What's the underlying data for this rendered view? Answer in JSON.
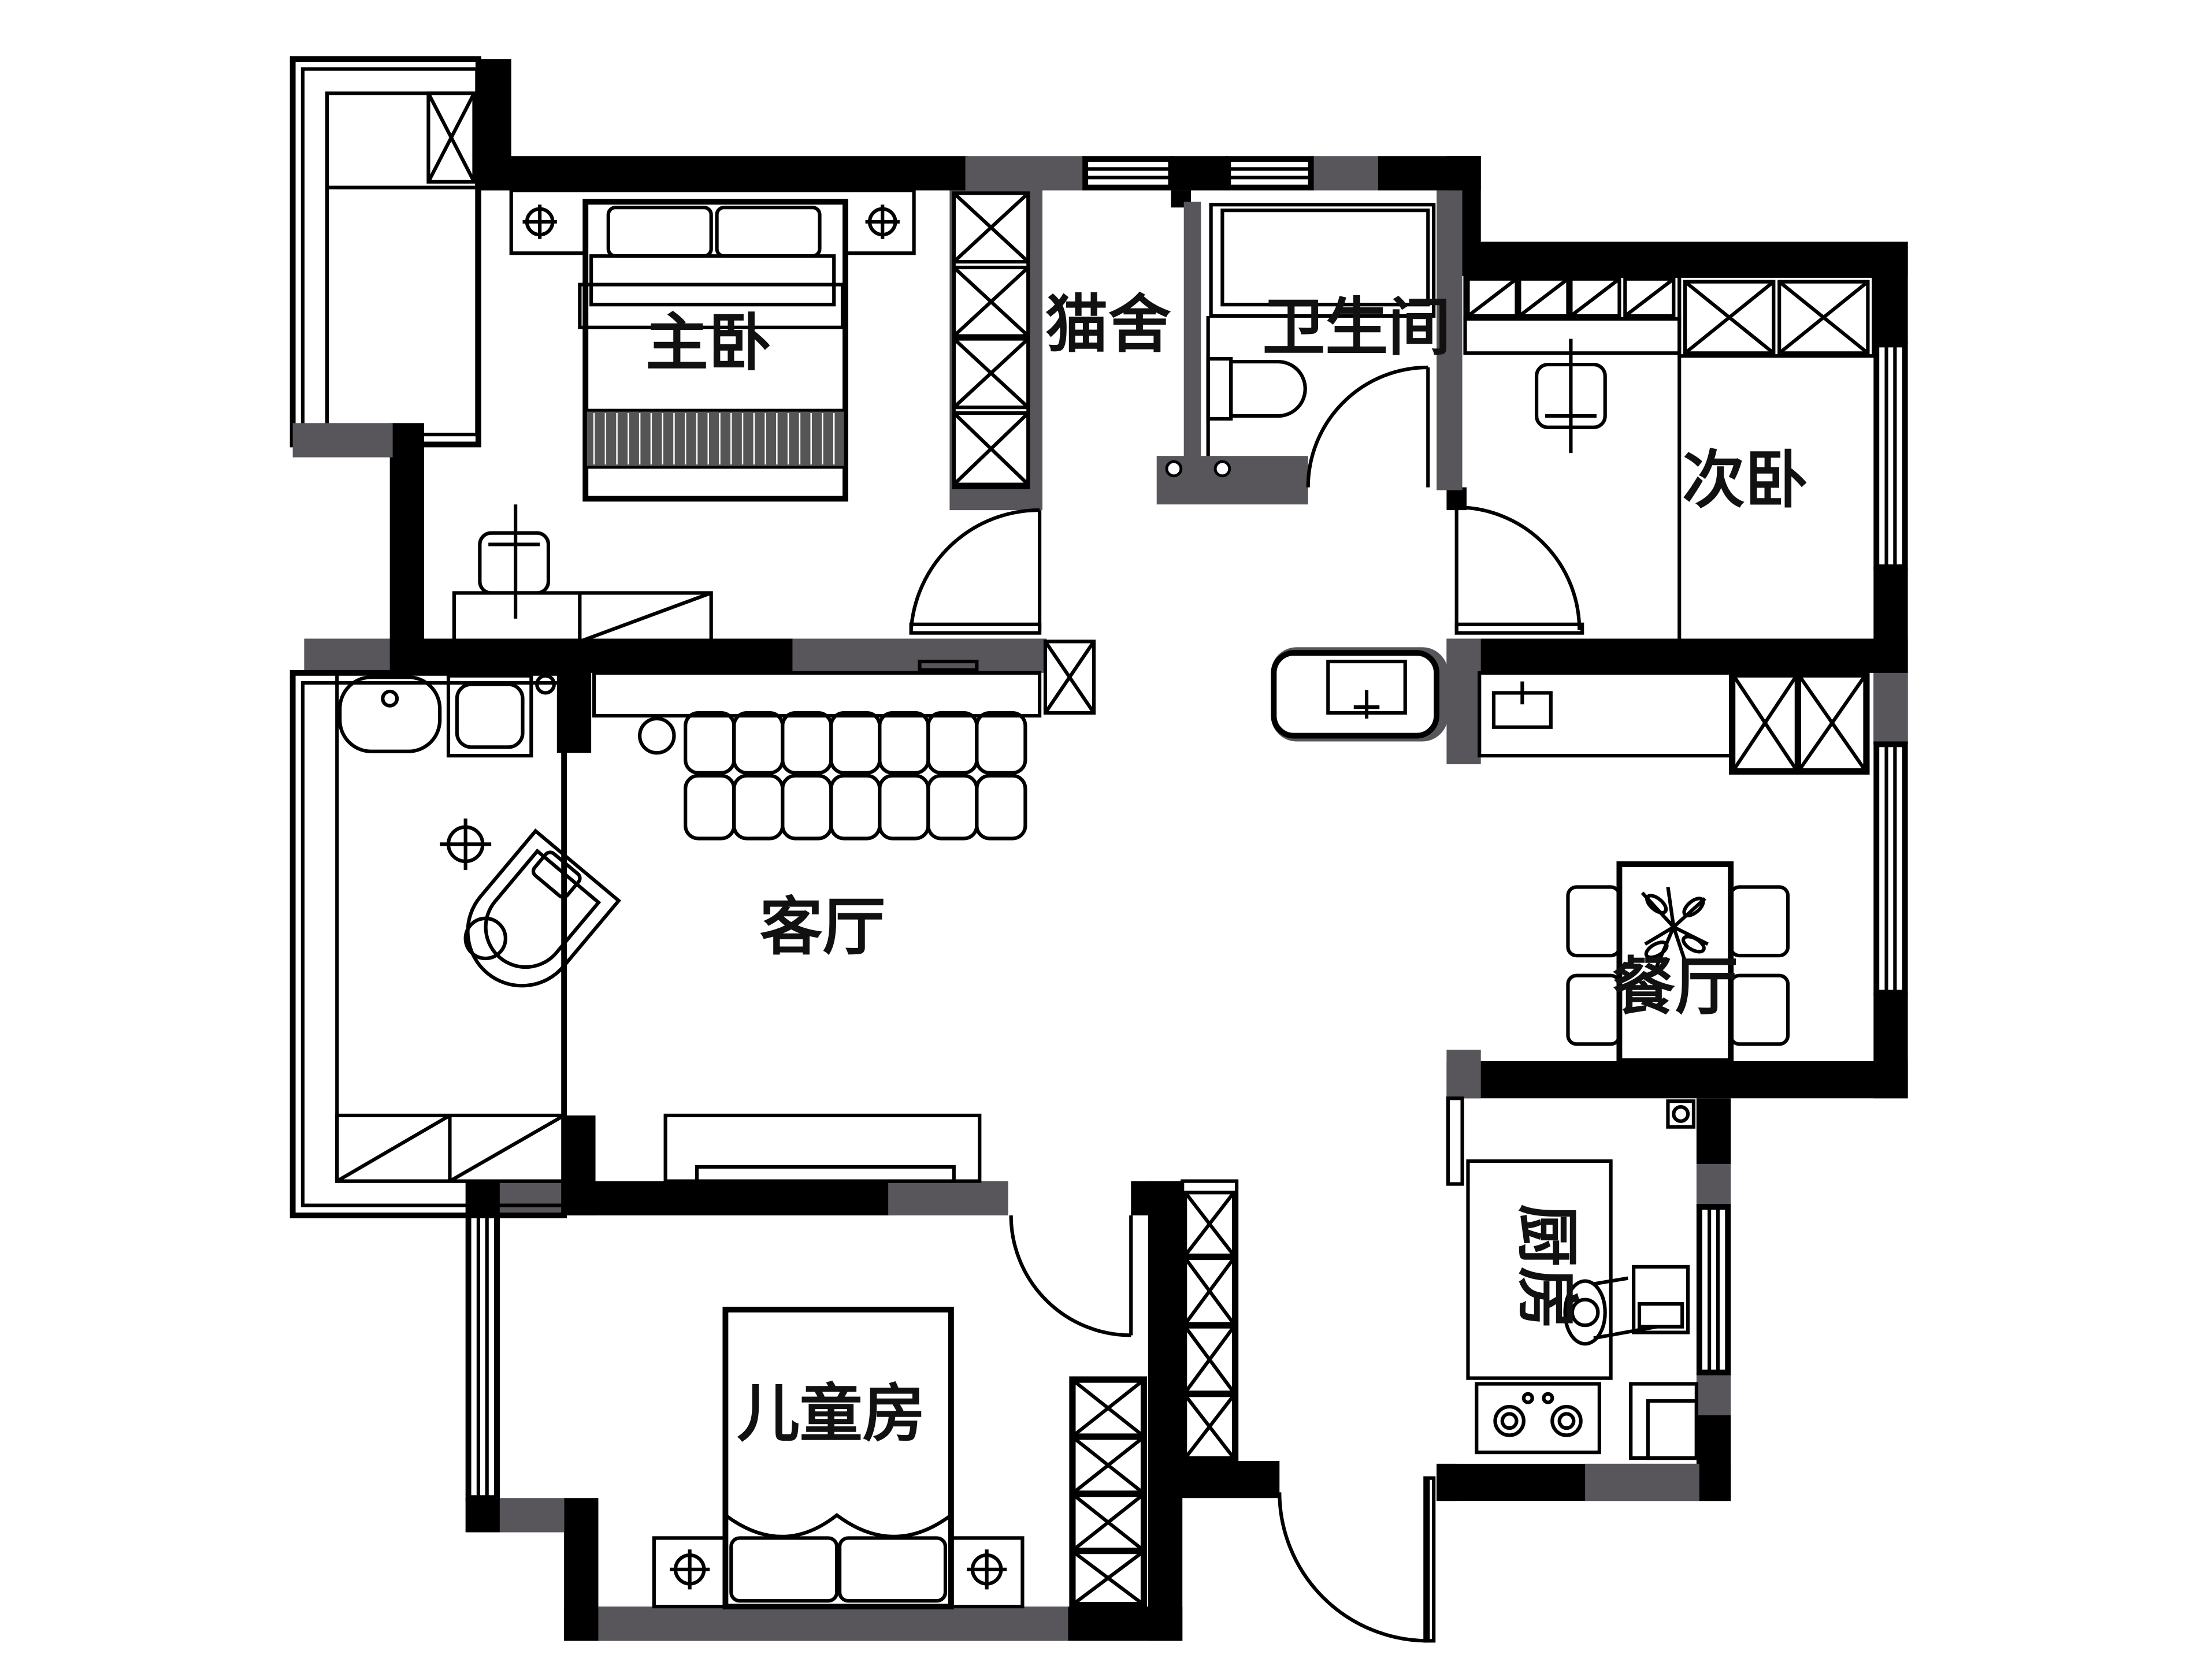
{
  "rooms": {
    "master_bedroom": "主卧",
    "cat_room": "猫舍",
    "bathroom": "卫生间",
    "second_bedroom": "次卧",
    "living_room": "客厅",
    "dining_room": "餐厅",
    "kitchen": "厨房",
    "kids_room": "儿童房"
  },
  "colors": {
    "wall": "#000000",
    "partition": "#58555b",
    "background": "#ffffff"
  }
}
